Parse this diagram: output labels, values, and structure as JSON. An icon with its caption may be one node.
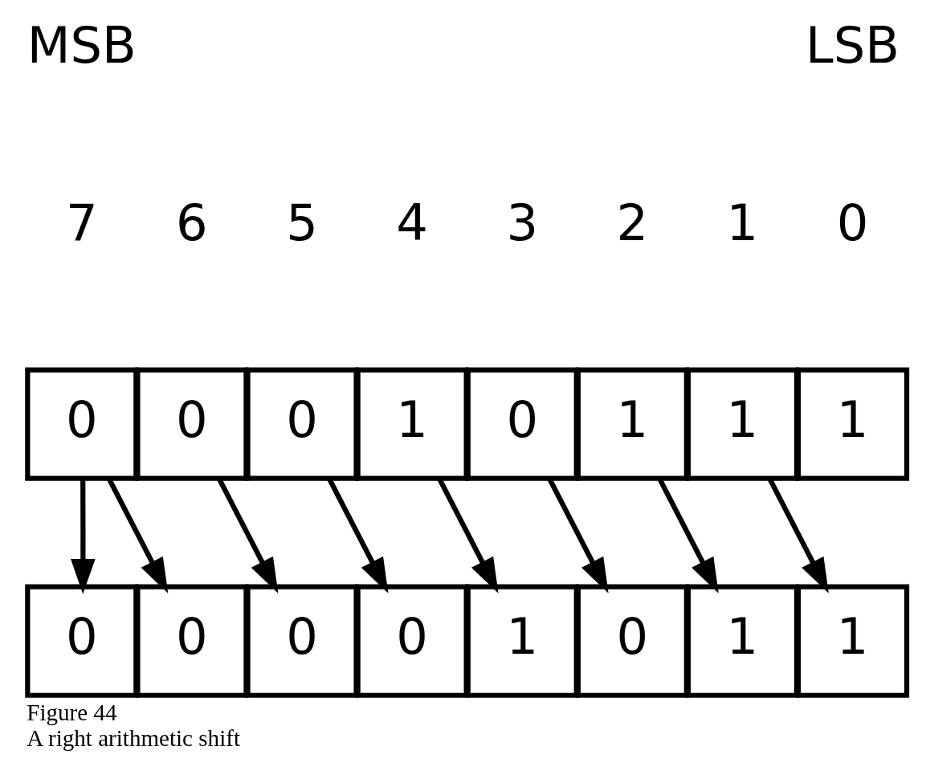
{
  "diagram": {
    "title": "Figure 44",
    "caption": "A right arithmetic shift",
    "nodes": [
      {
        "text": [
          "0"
        ]
      },
      {
        "text": [
          "0"
        ]
      },
      {
        "text": [
          "0"
        ]
      },
      {
        "text": [
          "1"
        ]
      },
      {
        "text": [
          "0"
        ]
      },
      {
        "text": [
          "1"
        ]
      },
      {
        "text": [
          "1"
        ]
      },
      {
        "text": [
          "1"
        ]
      },
      {
        "text": [
          "0"
        ]
      },
      {
        "text": [
          "0"
        ]
      },
      {
        "text": [
          "0"
        ]
      },
      {
        "text": [
          "0"
        ]
      },
      {
        "text": [
          "1"
        ]
      },
      {
        "text": [
          "0"
        ]
      },
      {
        "text": [
          "1"
        ]
      },
      {
        "text": [
          "1"
        ]
      }
    ],
    "edges": [
      {
        "from": 0,
        "to": 8,
        "arrow": "to"
      },
      {
        "from": 0,
        "to": 9,
        "arrow": "to"
      },
      {
        "from": 1,
        "to": 10,
        "arrow": "to"
      },
      {
        "from": 2,
        "to": 11,
        "arrow": "to"
      },
      {
        "from": 3,
        "to": 12,
        "arrow": "to"
      },
      {
        "from": 4,
        "to": 13,
        "arrow": "to"
      },
      {
        "from": 5,
        "to": 14,
        "arrow": "to"
      },
      {
        "from": 6,
        "to": 15,
        "arrow": "to"
      }
    ],
    "labels": [
      "MSB",
      "LSB",
      "7",
      "6",
      "5",
      "4",
      "3",
      "2",
      "1",
      "0"
    ]
  }
}
